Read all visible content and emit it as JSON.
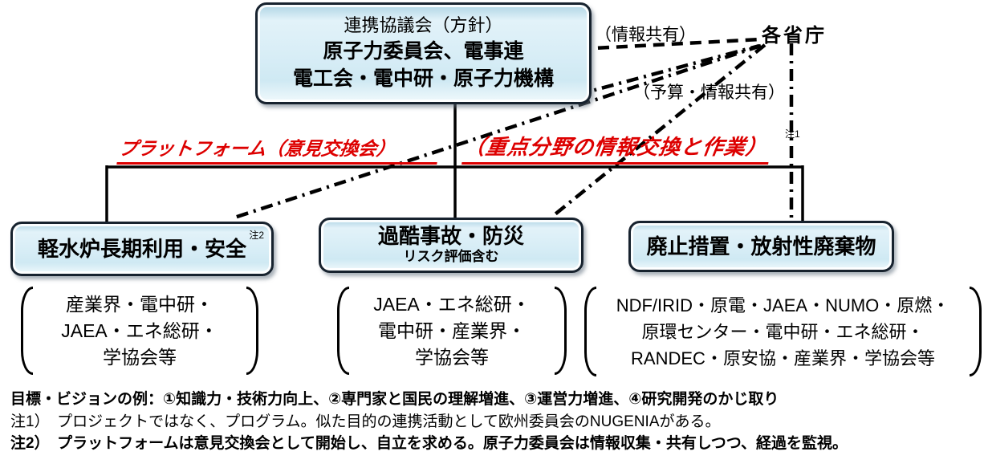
{
  "top_box": {
    "line1": "連携協議会（方針）",
    "line2": "原子力委員会、電事連",
    "line3": "電工会・電中研・原子力機構"
  },
  "ministries_label": "各省庁",
  "link_labels": {
    "info_share": "（情報共有）",
    "budget_info_share": "（予算・情報共有）"
  },
  "platform": {
    "part1": "プラットフォーム（意見交換会）",
    "part2": "（重点分野の情報交換と作業）",
    "note_ref": "注1",
    "color": "#dd0000"
  },
  "boxes": [
    {
      "title": "軽水炉長期利用・安全",
      "note_ref": "注2",
      "members": [
        "産業界・電中研・",
        "JAEA・エネ総研・",
        "学協会等"
      ]
    },
    {
      "title": "過酷事故・防災",
      "subtitle": "リスク評価含む",
      "members": [
        "JAEA・エネ総研・",
        "電中研・産業界・",
        "学協会等"
      ]
    },
    {
      "title": "廃止措置・放射性廃棄物",
      "members": [
        "NDF/IRID・原電・JAEA・NUMO・原燃・",
        "原環センター・電中研・エネ総研・",
        "RANDEC・原安協・産業界・学協会等"
      ]
    }
  ],
  "footer": {
    "goal_line": "目標・ビジョンの例：①知識力・技術力向上、②専門家と国民の理解増進、③運営力増進、④研究開発のかじ取り",
    "note1": "注1）　プロジェクトではなく、プログラム。似た目的の連携活動として欧州委員会のNUGENIAがある。",
    "note2": "注2）　プラットフォームは意見交換会として開始し、自立を求める。原子力委員会は情報収集・共有しつつ、経過を監視。"
  },
  "colors": {
    "accent_red": "#dd0000",
    "box_fill": "#d7edf6",
    "box_border": "#17222e",
    "line": "#000000"
  }
}
